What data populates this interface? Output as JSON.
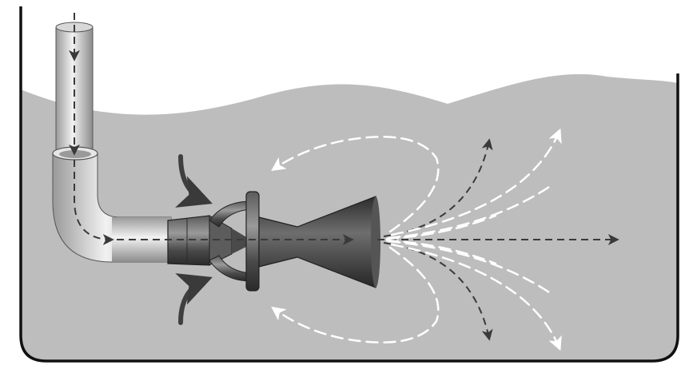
{
  "colors": {
    "background": "#ffffff",
    "liquid": "#bdbdbd",
    "tank_outline": "#111111",
    "pipe_light": "#e8e8e8",
    "pipe_dark": "#8a8a8a",
    "eductor_dark": "#3a3a3a",
    "eductor_mid": "#666666",
    "flow_dark": "#3a3a3a",
    "flow_light": "#ffffff"
  },
  "icons": [
    "tank",
    "supply-pipe",
    "elbow-pipe",
    "nozzle",
    "eductor",
    "flow-arrow",
    "entrainment-arrow",
    "discharge-arrow",
    "recirculation-arrow"
  ]
}
